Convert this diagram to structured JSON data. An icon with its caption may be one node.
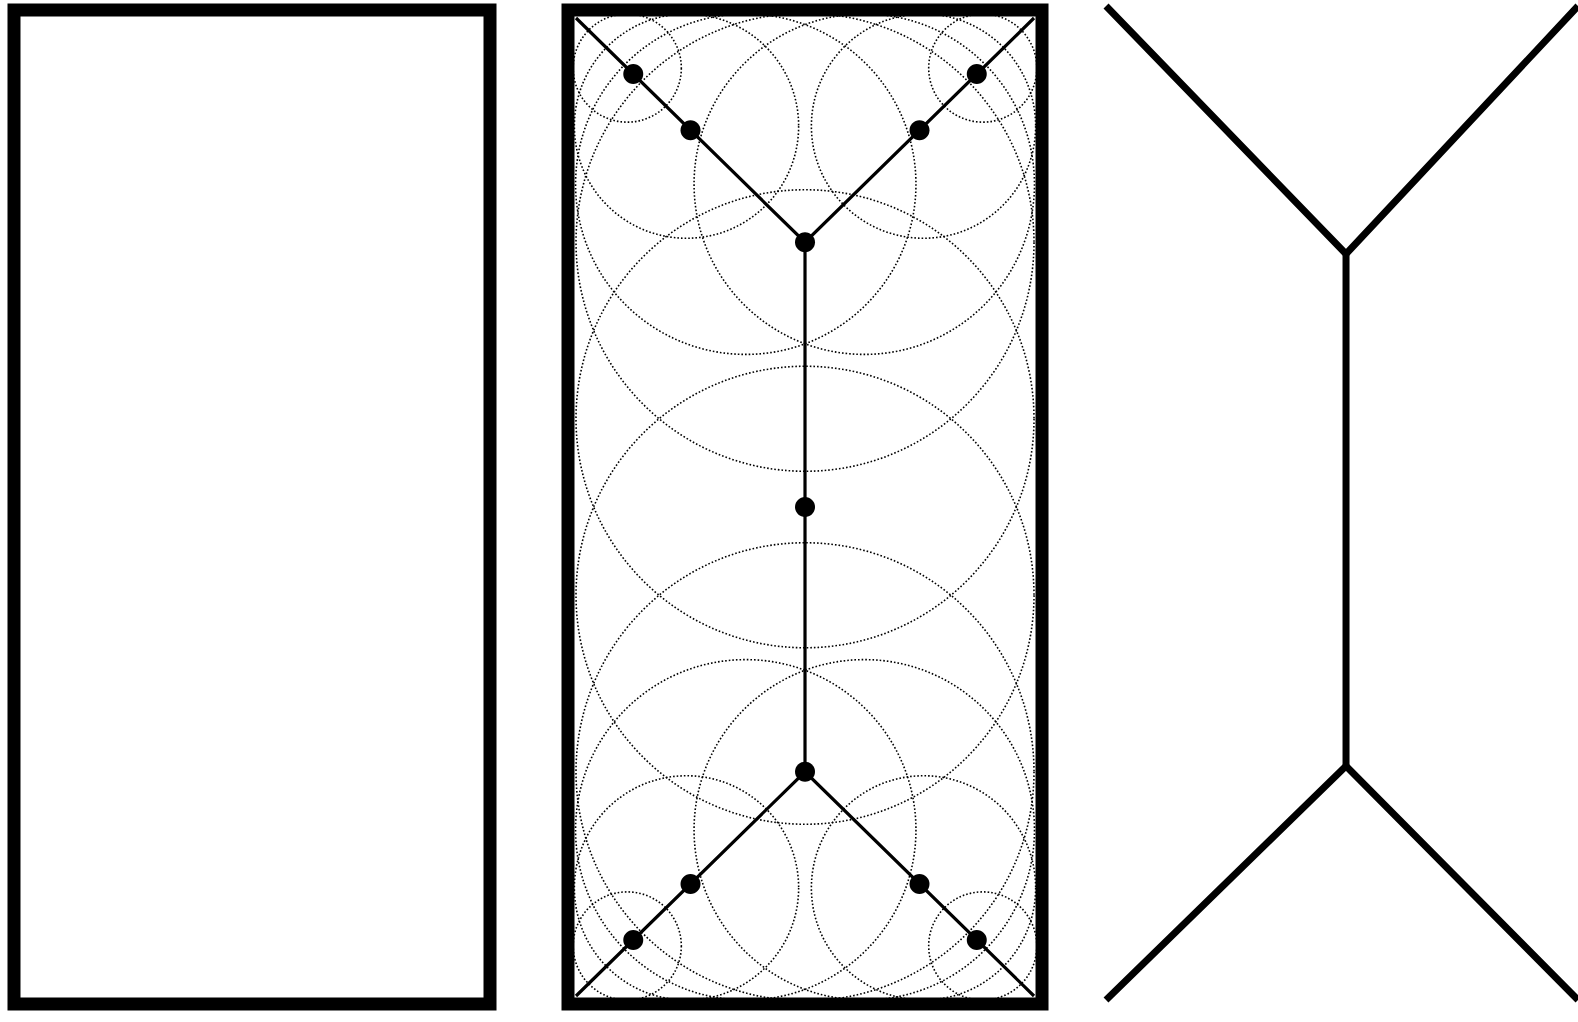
{
  "diagram": {
    "nodes": [
      {
        "text": [],
        "shape": "box"
      },
      {
        "text": [],
        "shape": "picture"
      },
      {
        "text": [],
        "shape": "picture"
      }
    ]
  }
}
